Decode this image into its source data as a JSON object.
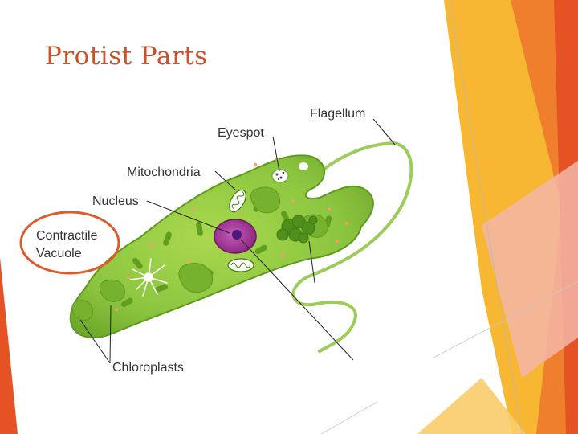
{
  "slide": {
    "title": "Protist Parts"
  },
  "diagram": {
    "labels": {
      "flagellum": "Flagellum",
      "eyespot": "Eyespot",
      "mitochondria": "Mitochondria",
      "nucleus": "Nucleus",
      "contractile_vacuole_line1": "Contractile",
      "contractile_vacuole_line2": "Vacuole",
      "chloroplasts": "Chloroplasts"
    },
    "highlighted_label": "Contractile Vacuole"
  },
  "colors": {
    "title": "#c8522a",
    "accent_dark_orange": "#e8552a",
    "accent_orange": "#f08a2e",
    "accent_yellow": "#f7b733",
    "accent_pink": "#f4b6a8",
    "cell_green": "#8bc53f",
    "cell_edge": "#5e9a1e",
    "nucleus_purple": "#9b2a8c",
    "highlight_ring": "#e05a2b"
  }
}
